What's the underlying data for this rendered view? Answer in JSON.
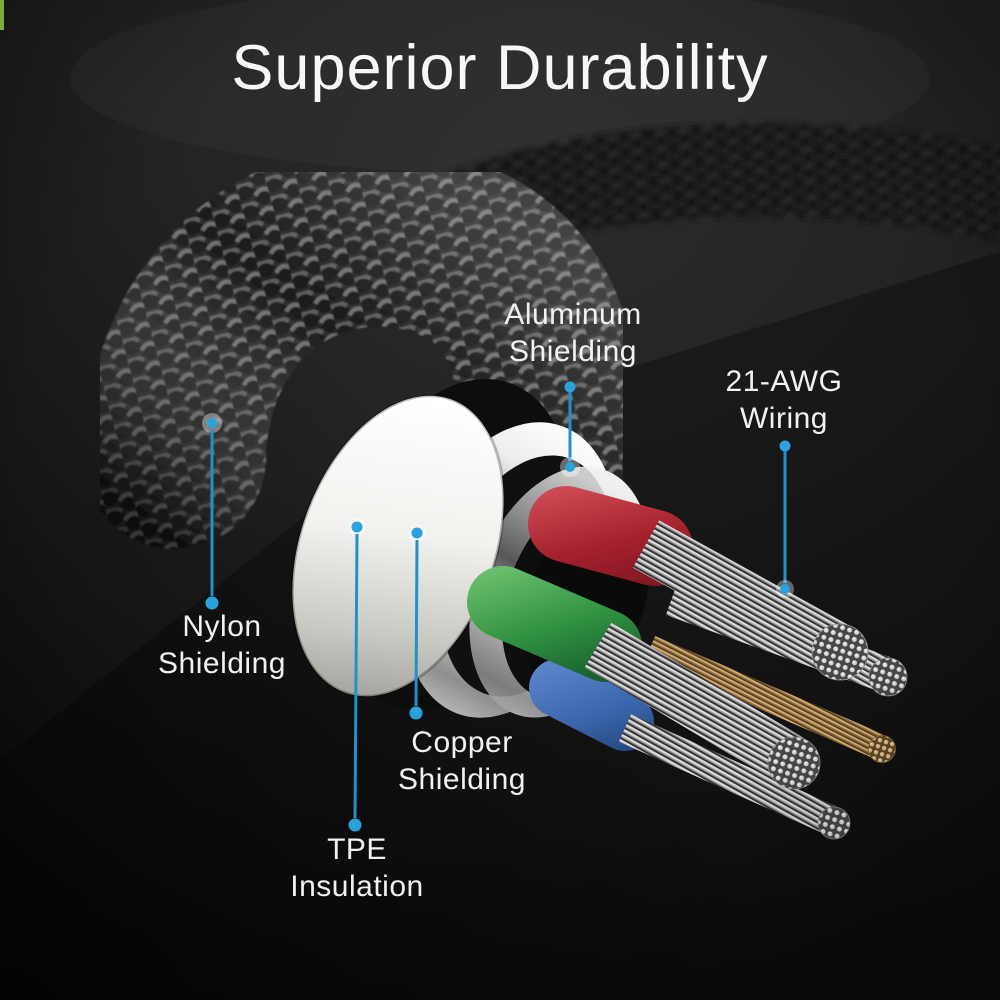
{
  "title": "Superior Durability",
  "callouts": [
    {
      "name": "aluminum-shielding",
      "lines": [
        "Aluminum",
        "Shielding"
      ]
    },
    {
      "name": "awg-wiring",
      "lines": [
        "21-AWG",
        "Wiring"
      ]
    },
    {
      "name": "nylon-shielding",
      "lines": [
        "Nylon",
        "Shielding"
      ]
    },
    {
      "name": "copper-shielding",
      "lines": [
        "Copper",
        "Shielding"
      ]
    },
    {
      "name": "tpe-insulation",
      "lines": [
        "TPE",
        "Insulation"
      ]
    }
  ],
  "colors": {
    "background": "#1f1f1f",
    "title_text": "#f7f7f7",
    "label_text": "#f1f1f1",
    "leader_line": "#2191cc",
    "leader_dot": "#2aa3dc",
    "braid_gray": "#3c3c3c",
    "tpe_white": "#efefec",
    "aluminum_silver": "#d7d7d7",
    "wire_red": "#a5202c",
    "wire_green": "#3d9a44",
    "wire_blue": "#3f6cb2",
    "copper_tan": "#b9925f",
    "strand_silver": "#d9d9d9",
    "corner_artifact": "#7cab3e"
  }
}
